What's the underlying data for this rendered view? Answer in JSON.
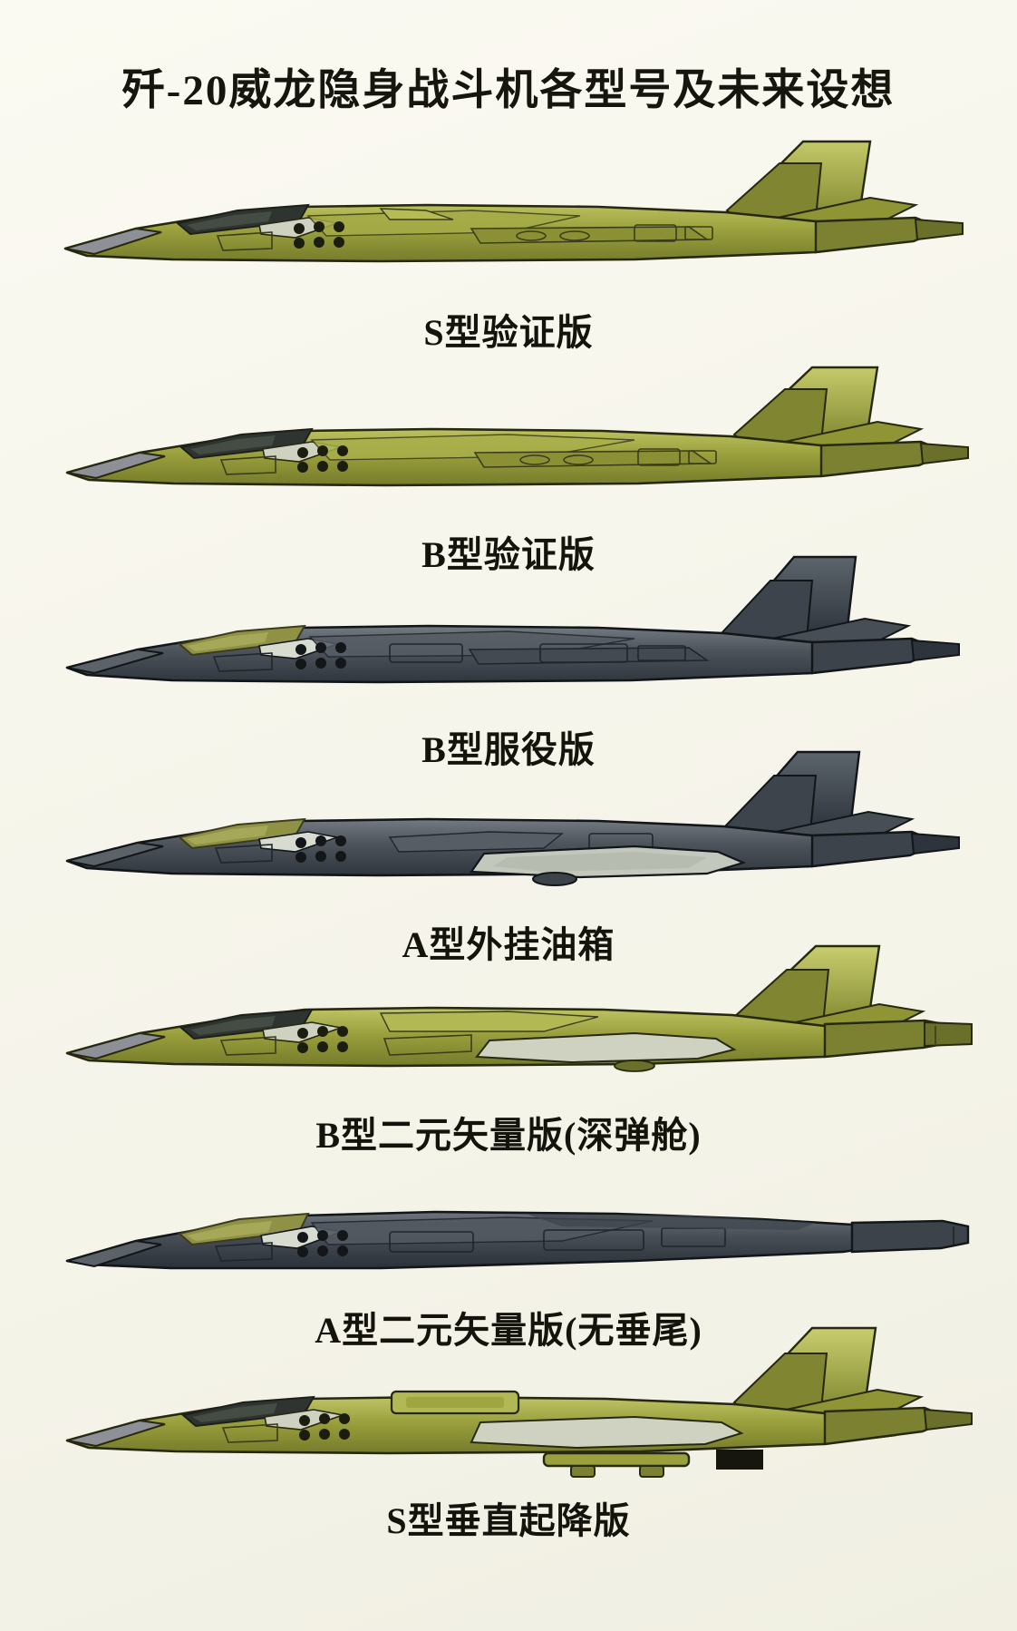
{
  "page": {
    "title": "歼-20威龙隐身战斗机各型号及未来设想",
    "background_color": "#f6f5ea",
    "watermark": ""
  },
  "variants": [
    {
      "id": "s-demonstrator",
      "label": "S型验证版",
      "scheme": "yellow-green-primer",
      "colors": {
        "body": "#9aa03c",
        "body_light": "#b2b855",
        "body_dark": "#6f762a",
        "outline": "#2b2d14",
        "canopy": "#2e3530",
        "nose_tip": "#8d9096"
      },
      "features": [
        "canards",
        "twin-vertical-tails",
        "shallow-weapons-bay",
        "no-external-stores"
      ]
    },
    {
      "id": "b-demonstrator",
      "label": "B型验证版",
      "scheme": "yellow-green-primer",
      "colors": {
        "body": "#9aa03c",
        "body_light": "#b2b855",
        "body_dark": "#6f762a",
        "outline": "#2b2d14",
        "canopy": "#2e3530",
        "nose_tip": "#8d9096"
      },
      "features": [
        "canards",
        "twin-vertical-tails",
        "revised-spine",
        "no-external-stores"
      ]
    },
    {
      "id": "b-service",
      "label": "B型服役版",
      "scheme": "dark-grey-operational",
      "colors": {
        "body": "#4d535a",
        "body_light": "#6b727a",
        "body_dark": "#343a41",
        "outline": "#14181c",
        "canopy": "#8f9145",
        "nose_tip": "#585f66"
      },
      "features": [
        "canards",
        "twin-vertical-tails",
        "low-visibility-grey",
        "clean-configuration"
      ]
    },
    {
      "id": "a-external-tanks",
      "label": "A型外挂油箱",
      "scheme": "dark-grey-operational",
      "colors": {
        "body": "#4d535a",
        "body_light": "#6b727a",
        "body_dark": "#343a41",
        "outline": "#14181c",
        "canopy": "#8f9145",
        "nose_tip": "#585f66"
      },
      "features": [
        "canards",
        "twin-vertical-tails",
        "external-fuel-tank",
        "ventral-pod"
      ]
    },
    {
      "id": "b-2d-vector-deep-bay",
      "label": "B型二元矢量版(深弹舱)",
      "scheme": "yellow-green-primer",
      "colors": {
        "body": "#9aa03c",
        "body_light": "#b2b855",
        "body_dark": "#6f762a",
        "outline": "#2b2d14",
        "canopy": "#2e3530",
        "nose_tip": "#8d9096"
      },
      "features": [
        "canards",
        "twin-vertical-tails",
        "2d-thrust-vectoring-nozzles",
        "deep-weapons-bay"
      ]
    },
    {
      "id": "a-2d-vector-tailless",
      "label": "A型二元矢量版(无垂尾)",
      "scheme": "dark-grey-operational",
      "colors": {
        "body": "#4d535a",
        "body_light": "#6b727a",
        "body_dark": "#343a41",
        "outline": "#14181c",
        "canopy": "#8f9145",
        "nose_tip": "#585f66"
      },
      "features": [
        "canards",
        "tailless",
        "2d-thrust-vectoring-nozzles",
        "flat-deck-spine"
      ]
    },
    {
      "id": "s-vtol",
      "label": "S型垂直起降版",
      "scheme": "yellow-green-primer",
      "colors": {
        "body": "#9aa03c",
        "body_light": "#b2b855",
        "body_dark": "#6f762a",
        "outline": "#2b2d14",
        "canopy": "#2e3530",
        "nose_tip": "#8d9096"
      },
      "features": [
        "canards",
        "twin-vertical-tails",
        "lift-fan-bay",
        "vtol-landing-gear"
      ]
    }
  ]
}
